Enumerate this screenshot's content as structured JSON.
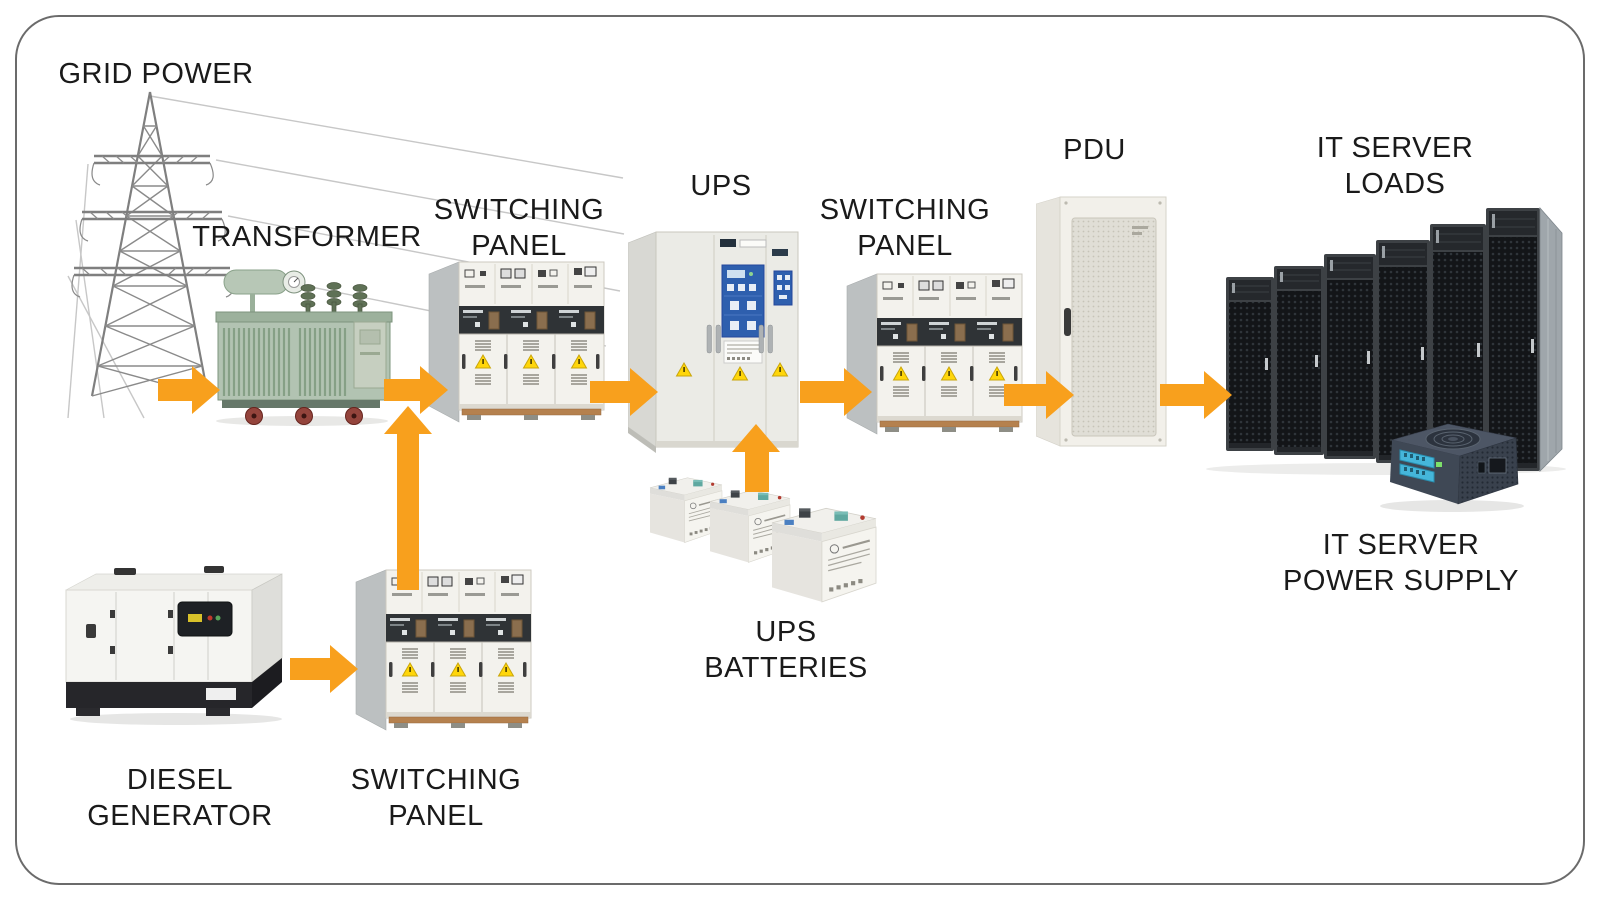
{
  "page": {
    "type": "diagram",
    "subject": "Data center power distribution flow"
  },
  "labels": {
    "grid_power": "GRID POWER",
    "transformer": "TRANSFORMER",
    "switching_panel_main": "SWITCHING\nPANEL",
    "ups": "UPS",
    "switching_panel_output": "SWITCHING\nPANEL",
    "pdu": "PDU",
    "it_server_loads": "IT SERVER\nLOADS",
    "ups_batteries": "UPS\nBATTERIES",
    "switching_panel_generator": "SWITCHING\nPANEL",
    "diesel_generator": "DIESEL\nGENERATOR",
    "it_server_power_supply": "IT SERVER\nPOWER SUPPLY"
  },
  "colors": {
    "arrow": "#F8A01D",
    "label_text": "#1A1A1A",
    "frame_border": "#6B6B6B",
    "background": "#FFFFFF",
    "warning_triangle": "#FFD60A",
    "ups_panel_blue": "#2E5FAE"
  },
  "figures": {
    "grid_power": "transmission-tower",
    "transformer": "oil-transformer",
    "switching_panel": "switchgear-cabinet",
    "ups": "ups-cabinet",
    "pdu": "rack-cabinet-mesh-door",
    "it_server_loads": "server-rack-row",
    "ups_batteries": "battery-blocks",
    "diesel_generator": "generator-canopy",
    "it_server_power_supply": "psu-unit"
  },
  "connections": [
    {
      "from": "grid_power",
      "to": "transformer"
    },
    {
      "from": "transformer",
      "to": "switching_panel_main"
    },
    {
      "from": "switching_panel_main",
      "to": "ups"
    },
    {
      "from": "ups_batteries",
      "to": "ups"
    },
    {
      "from": "ups",
      "to": "switching_panel_output"
    },
    {
      "from": "switching_panel_output",
      "to": "pdu"
    },
    {
      "from": "pdu",
      "to": "it_server_loads"
    },
    {
      "from": "diesel_generator",
      "to": "switching_panel_generator"
    },
    {
      "from": "switching_panel_generator",
      "to": "switching_panel_main"
    }
  ]
}
